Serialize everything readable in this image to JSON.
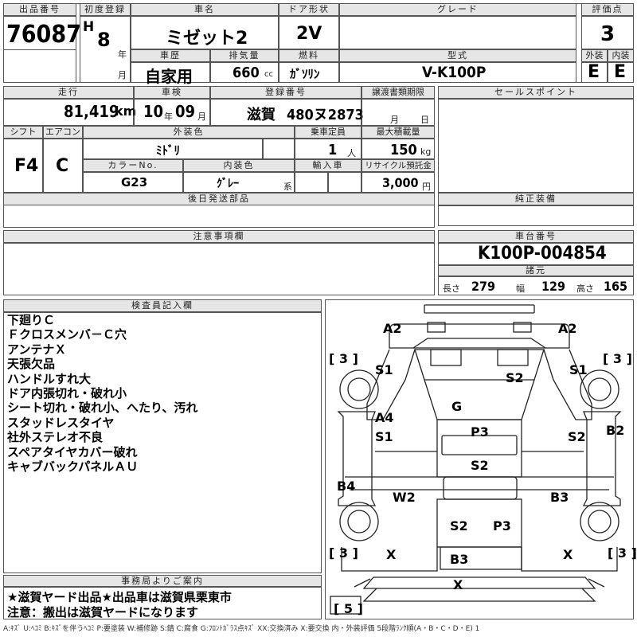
{
  "header": {
    "lot_label": "出品番号",
    "lot": "76087",
    "first_reg_label": "初度登録",
    "era": "H",
    "year_num": "8",
    "year_unit": "年",
    "month_unit": "月",
    "car_name_label": "車名",
    "car_name": "ミゼット2",
    "door_label": "ドア形状",
    "door": "2V",
    "grade_label": "グレード",
    "grade": "",
    "score_label": "評価点",
    "score": "3",
    "history_label": "車歴",
    "history": "自家用",
    "disp_label": "排気量",
    "disp": "660",
    "disp_unit": "cc",
    "fuel_label": "燃料",
    "fuel": "ｶﾞｿﾘﾝ",
    "model_label": "型式",
    "model": "V-K100P",
    "ext_label": "外装",
    "ext": "E",
    "int_label": "内装",
    "int": "E"
  },
  "row2": {
    "mileage_label": "走行",
    "mileage": "81,419",
    "mileage_unit": "km",
    "inspect_label": "車検",
    "inspect_y": "10",
    "y_unit": "年",
    "inspect_m": "09",
    "m_unit": "月",
    "plate_label": "登録番号",
    "plate_pref": "滋賀",
    "plate_num": "480ヌ2873",
    "transfer_label": "譲渡書類期限",
    "transfer_m": "月",
    "transfer_d": "日",
    "shift_label": "シフト",
    "shift": "F4",
    "ac_label": "エアコン",
    "ac": "C",
    "color_label": "外装色",
    "color": "ﾐﾄﾞﾘ",
    "seats_label": "乗車定員",
    "seats": "1",
    "seats_unit": "人",
    "load_label": "最大積載量",
    "load": "150",
    "load_unit": "kg",
    "colorno_label": "カラーNo.",
    "colorno": "G23",
    "intcolor_label": "内装色",
    "intcolor": "ｸﾞﾚｰ",
    "intcolor_unit": "系",
    "import_label": "輸入車",
    "recycle_label": "リサイクル預託金",
    "recycle": "3,000",
    "recycle_unit": "円",
    "later_label": "後日発送部品"
  },
  "right": {
    "sales_label": "セールスポイント",
    "equip_label": "純正装備",
    "chassis_label": "車台番号",
    "chassis": "K100P-004854",
    "spec_label": "諸元",
    "len_label": "長さ",
    "len": "279",
    "wid_label": "幅",
    "wid": "129",
    "hgt_label": "高さ",
    "hgt": "165"
  },
  "notes_label": "注意事項欄",
  "inspector": {
    "label": "検査員記入欄",
    "lines": [
      "下廻りＣ",
      "Ｆクロスメンバ－Ｃ穴",
      "アンテナＸ",
      "天張欠品",
      "ハンドルすれ大",
      "ドア内張切れ・破れ小",
      "シート切れ・破れ小、へたり、汚れ",
      "スタッドレスタイヤ",
      "社外ステレオ不良",
      "スペアタイヤカバー破れ",
      "キャブバックパネルＡＵ"
    ]
  },
  "office": {
    "label": "事務局よりご案内",
    "line1": "★滋賀ヤード出品★出品車は滋賀県栗東市",
    "line2": "注意：搬出は滋賀ヤードになります"
  },
  "diagram": {
    "marks": {
      "a2l": "A2",
      "a2r": "A2",
      "b3l": "[ 3 ]",
      "b3r": "[ 3 ]",
      "s1a": "S1",
      "s2a": "S2",
      "s1b": "S1",
      "g": "G",
      "a4": "A4",
      "s1c": "S1",
      "p3a": "P3",
      "s2b": "S2",
      "b2": "B2",
      "s2c": "S2",
      "b4": "B4",
      "w2": "W2",
      "b3a": "B3",
      "s2d": "S2",
      "p3b": "P3",
      "b3l2": "[ 3 ]",
      "b3r2": "[ 3 ]",
      "xl": "X",
      "xr": "X",
      "b3b": "B3",
      "xc": "X",
      "b5": "[ 5 ]"
    }
  },
  "legend": "A:ｷｽﾞ U:ﾍｺﾐ B:ｷｽﾞを伴うﾍｺﾐ P:要塗装 W:補修跡 S:錆 C:腐食 G:ﾌﾛﾝﾄｶﾞﾗｽ点ｷｽﾞ XX:交換済み X:要交換 内・外装評価 5段階ﾗﾝｸ順(A・B・C・D・E) 1"
}
